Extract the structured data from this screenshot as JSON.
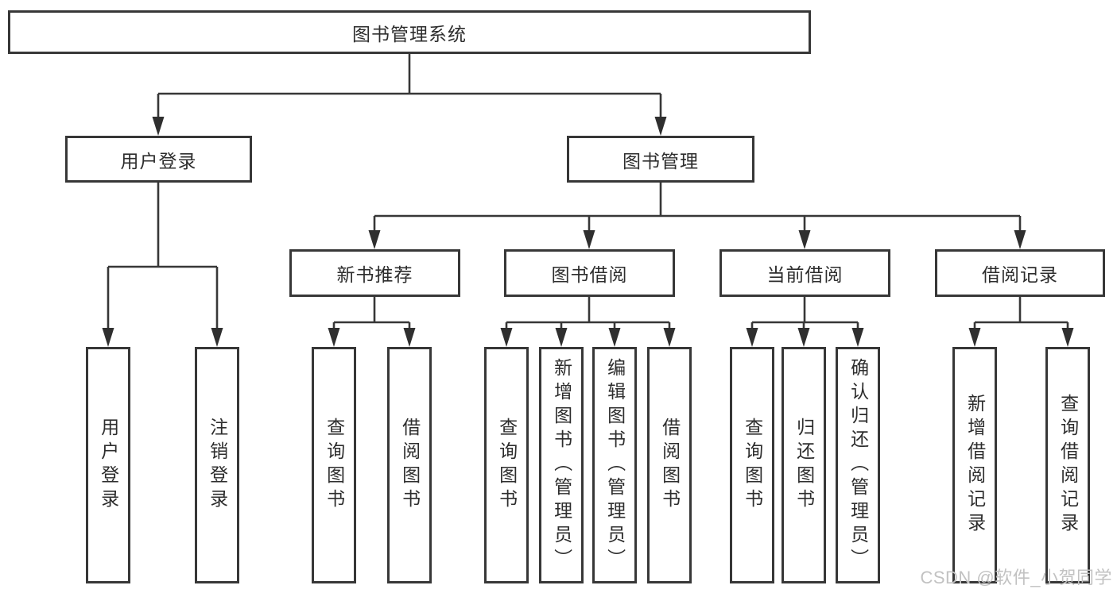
{
  "tree": {
    "root": "图书管理系统",
    "user_login": {
      "label": "用户登录",
      "children": [
        "用户登录",
        "注销登录"
      ]
    },
    "book_mgmt": {
      "label": "图书管理",
      "sections": {
        "new_books": {
          "label": "新书推荐",
          "children": [
            "查询图书",
            "借阅图书"
          ]
        },
        "borrowing": {
          "label": "图书借阅",
          "children": [
            "查询图书",
            "新增图书（管理员）",
            "编辑图书（管理员）",
            "借阅图书"
          ]
        },
        "current": {
          "label": "当前借阅",
          "children": [
            "查询图书",
            "归还图书",
            "确认归还（管理员）"
          ]
        },
        "records": {
          "label": "借阅记录",
          "children": [
            "新增借阅记录",
            "查询借阅记录"
          ]
        }
      }
    }
  },
  "watermark": {
    "text": "CSDN @软件_小贺同学"
  },
  "colors": {
    "line": "#373737",
    "arrow": "#2f2f2f",
    "box_border": "#373737",
    "box_fill": "#ffffff",
    "text": "#2d2d2d",
    "watermark": "#c2c2c2"
  }
}
